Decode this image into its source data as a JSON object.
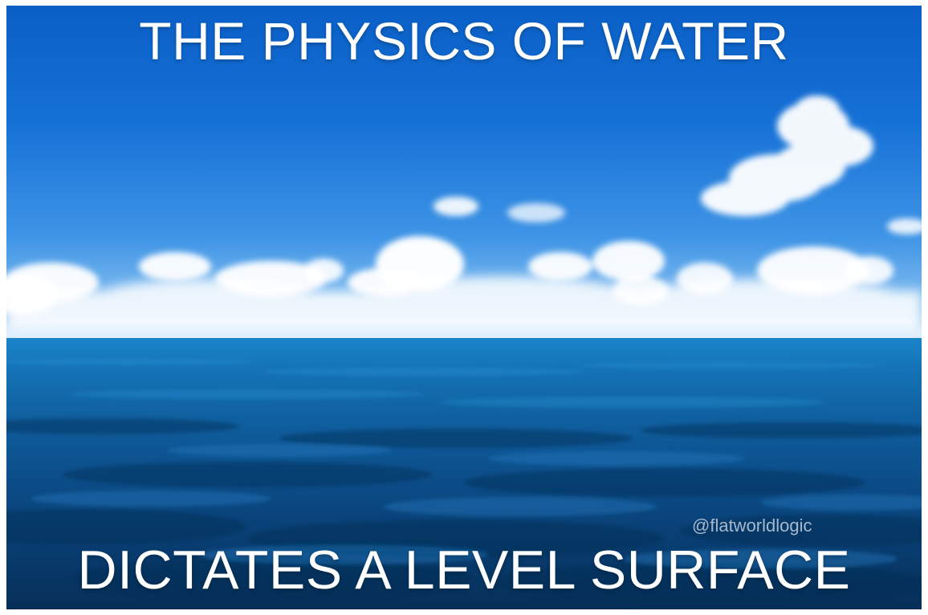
{
  "meme": {
    "top_text": "THE PHYSICS OF WATER",
    "bottom_text": "DICTATES A LEVEL SURFACE",
    "watermark": "@flatworldlogic"
  },
  "scene": {
    "image": "ocean-horizon-photo",
    "colors": {
      "sky_top": "#0a5fc6",
      "sky_horizon": "#cfe6f8",
      "sea_near_horizon": "#1a84c9",
      "sea_foreground": "#062f58",
      "text": "#ffffff"
    }
  }
}
